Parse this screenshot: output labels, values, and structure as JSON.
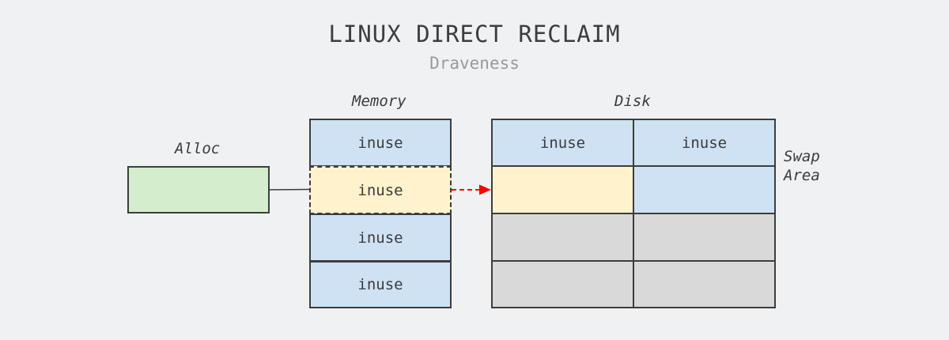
{
  "header": {
    "title": "LINUX DIRECT RECLAIM",
    "subtitle": "Draveness"
  },
  "labels": {
    "alloc": "Alloc",
    "memory": "Memory",
    "disk": "Disk",
    "swap_area_line1": "Swap",
    "swap_area_line2": "Area"
  },
  "alloc_block": {
    "text": ""
  },
  "memory": {
    "pages": [
      {
        "text": "inuse",
        "state": "normal"
      },
      {
        "text": "inuse",
        "state": "being-reclaimed"
      },
      {
        "text": "inuse",
        "state": "normal"
      },
      {
        "text": "inuse",
        "state": "normal"
      }
    ]
  },
  "disk": {
    "rows": [
      [
        "inuse",
        "inuse"
      ],
      [
        "",
        ""
      ],
      [
        "",
        ""
      ],
      [
        "",
        ""
      ]
    ]
  },
  "colors": {
    "background": "#f0f1f3",
    "inuse_page": "#cfe2f3",
    "reclaimed_page": "#fff2cc",
    "free_slot": "#d9d9d9",
    "alloc": "#d4edcc",
    "swap_arrow": "#ff0000"
  }
}
